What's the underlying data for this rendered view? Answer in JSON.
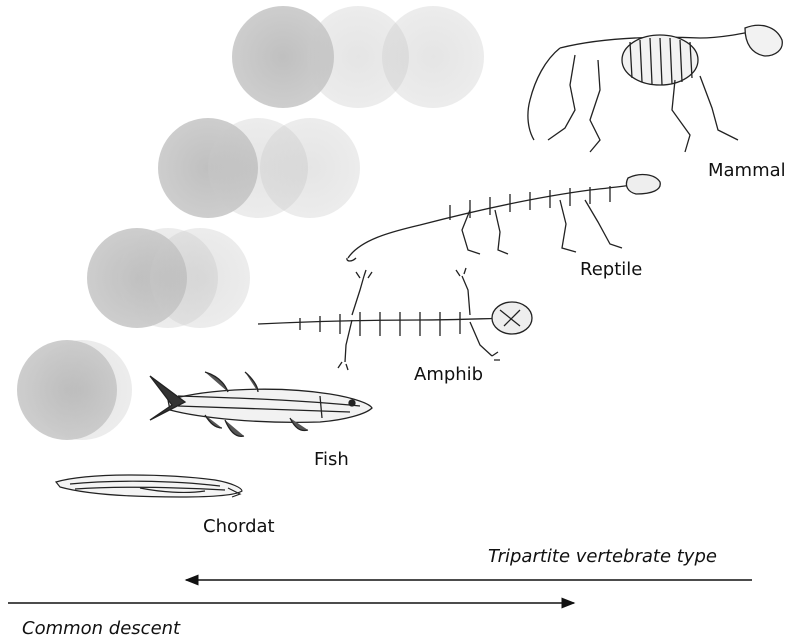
{
  "labels": {
    "mammal": "Mammal",
    "reptile": "Reptile",
    "amphib": "Amphib",
    "fish": "Fish",
    "chordat": "Chordat"
  },
  "arrows": {
    "tripartite": "Tripartite vertebrate type",
    "common_descent": "Common descent"
  },
  "colors": {
    "circle_fill": "#9a9a9a",
    "ink": "#111111"
  }
}
